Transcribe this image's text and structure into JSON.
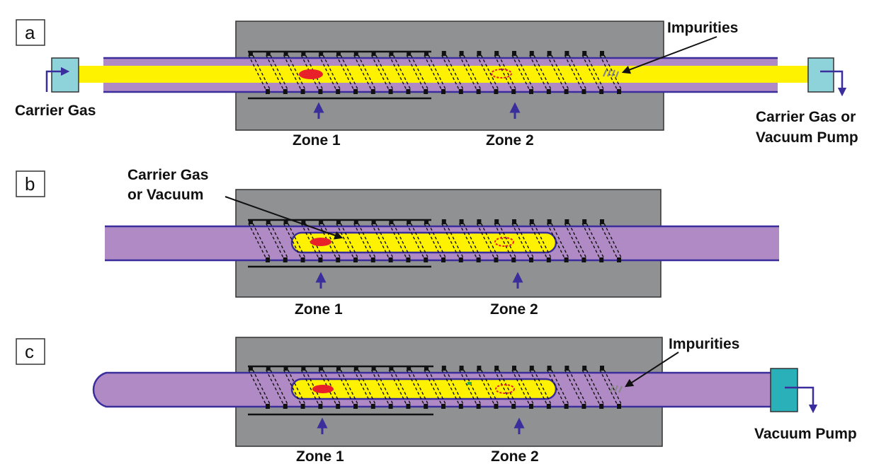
{
  "panels": [
    {
      "letter": "a",
      "zone1": "Zone 1",
      "zone2": "Zone 2",
      "impurities": "Impurities",
      "inlet_label": "Carrier Gas",
      "outlet_label_1": "Carrier Gas or",
      "outlet_label_2": "Vacuum Pump"
    },
    {
      "letter": "b",
      "zone1": "Zone 1",
      "zone2": "Zone 2",
      "inner_label_1": "Carrier Gas",
      "inner_label_2": "or Vacuum"
    },
    {
      "letter": "c",
      "zone1": "Zone 1",
      "zone2": "Zone 2",
      "impurities": "Impurities",
      "outlet_label": "Vacuum Pump"
    }
  ],
  "colors": {
    "furnace": "#8f9193",
    "tube_outer": "#b08ac4",
    "tube_border": "#3a2d9c",
    "inner_ampoule": "#fff200",
    "source_material": "#e8202a",
    "port": "#8fd3da",
    "port_dark": "#2ab0b8",
    "arrow": "#3a2d9c",
    "impurity": "#888888",
    "coil": "#111111"
  }
}
